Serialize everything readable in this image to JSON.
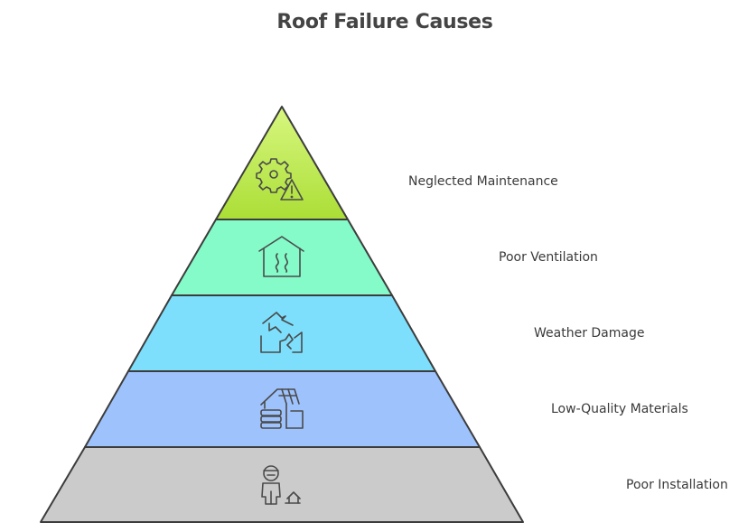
{
  "title": "Roof Failure Causes",
  "levels": [
    {
      "label": "Neglected Maintenance",
      "icon": "gear-warning-icon",
      "color_top": "#d5f57a",
      "color_bottom": "#aee03a"
    },
    {
      "label": "Poor Ventilation",
      "icon": "house-ventilation-icon",
      "color": "#84fbc9"
    },
    {
      "label": "Weather Damage",
      "icon": "damaged-house-icon",
      "color": "#7ddffc"
    },
    {
      "label": "Low-Quality Materials",
      "icon": "solar-house-materials-icon",
      "color": "#9ec2fc"
    },
    {
      "label": "Poor Installation",
      "icon": "worker-house-icon",
      "color": "#cbcbcb"
    }
  ]
}
